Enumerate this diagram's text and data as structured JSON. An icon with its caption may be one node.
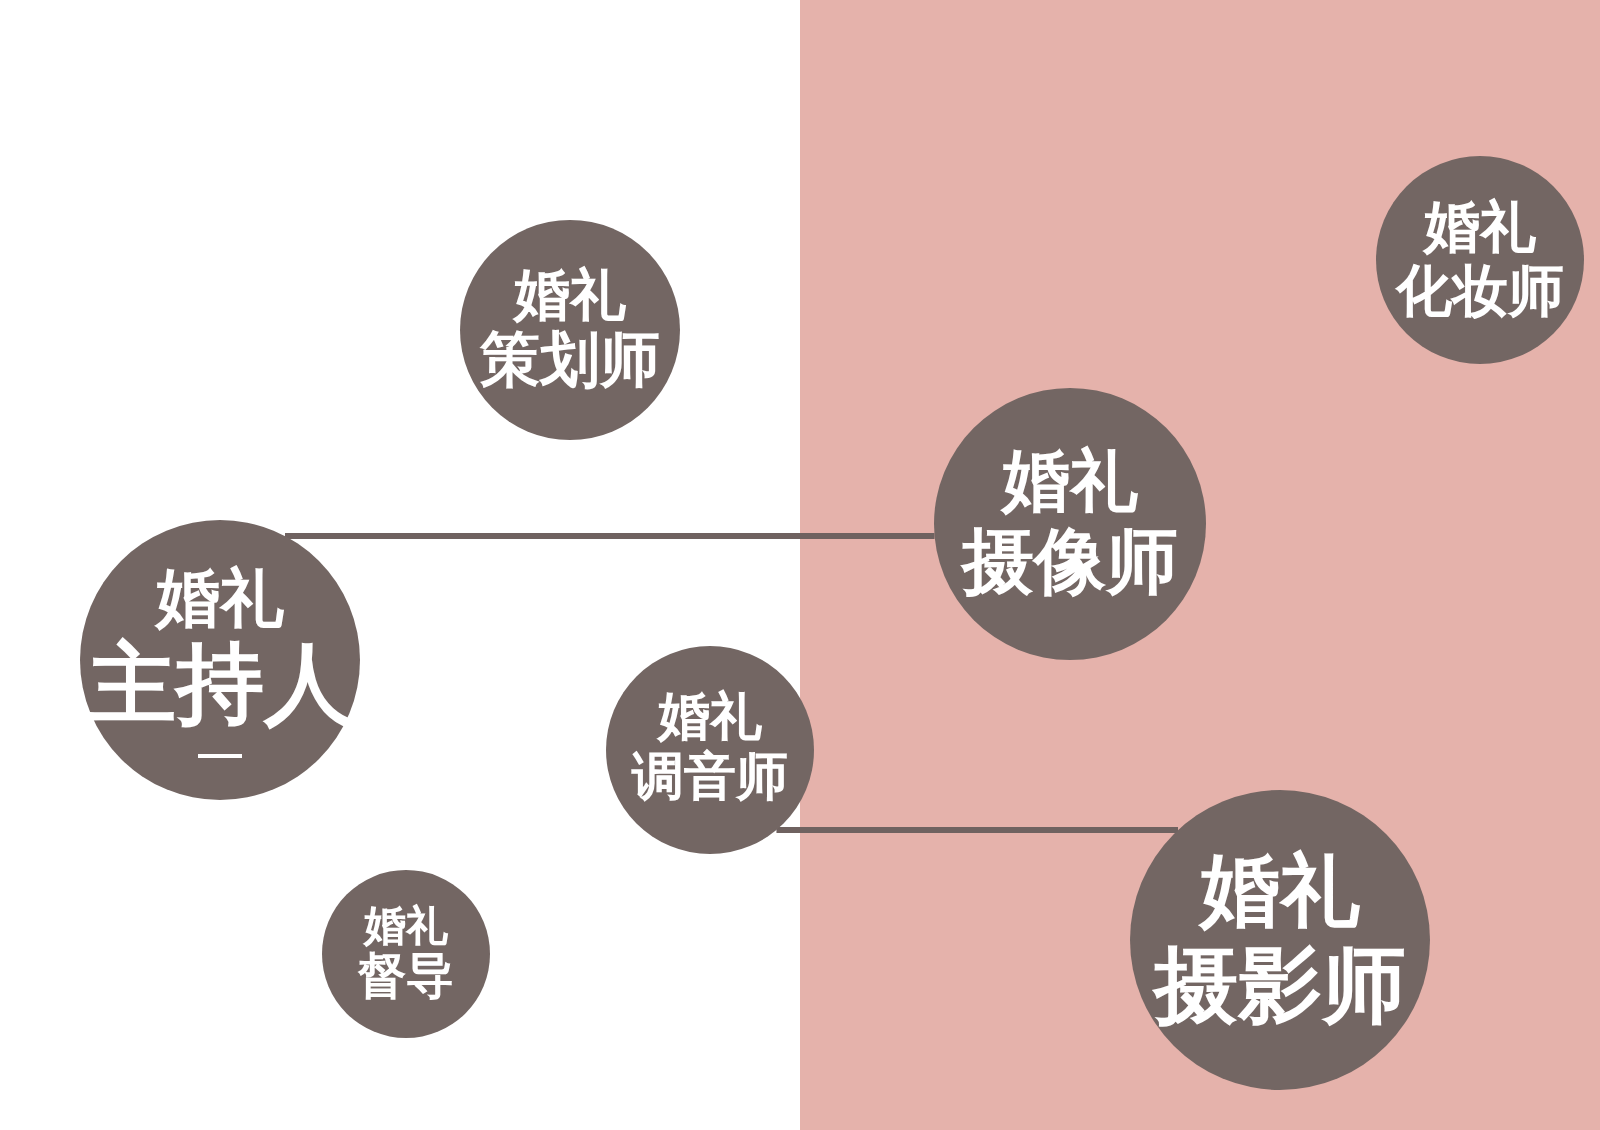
{
  "diagram": {
    "nodes": [
      {
        "text": [
          "婚礼",
          "策划师"
        ]
      },
      {
        "text": [
          "婚礼",
          "化妆师"
        ]
      },
      {
        "text": [
          "婚礼",
          "摄像师"
        ]
      },
      {
        "text": [
          "婚礼",
          "主持人"
        ]
      },
      {
        "text": [
          "婚礼",
          "调音师"
        ]
      },
      {
        "text": [
          "婚礼",
          "摄影师"
        ]
      },
      {
        "text": [
          "婚礼",
          "督导"
        ]
      }
    ],
    "edges": [
      {
        "from": 3,
        "to": 2,
        "arrow": "none"
      },
      {
        "from": 4,
        "to": 5,
        "arrow": "none"
      }
    ]
  }
}
